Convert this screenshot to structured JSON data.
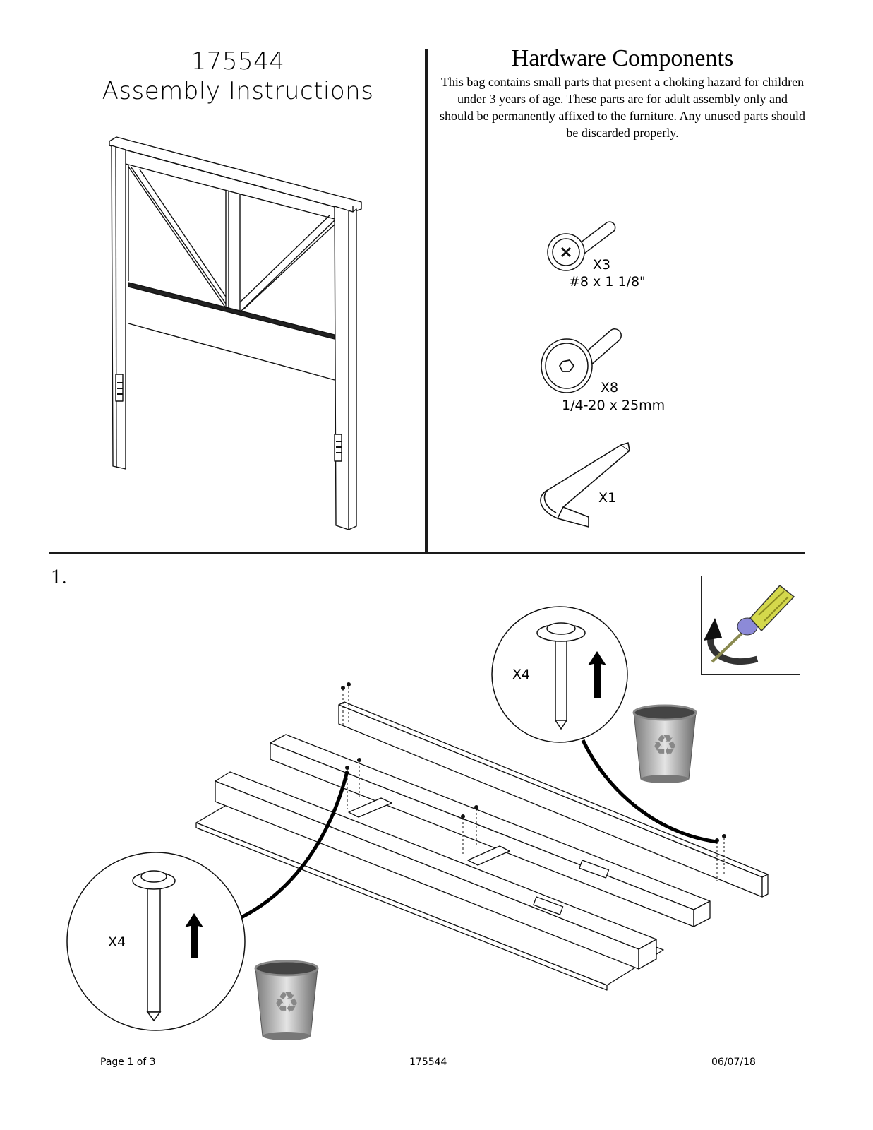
{
  "header": {
    "model_number": "175544",
    "title": "Assembly Instructions"
  },
  "hardware": {
    "title": "Hardware Components",
    "warning": "This bag contains small parts that present a choking hazard for children under 3 years of age. These parts are for adult assembly only and should be permanently affixed to the furniture. Any unused parts should be discarded properly.",
    "items": [
      {
        "icon": "phillips-screw-icon",
        "quantity": "X3",
        "size": "#8 x 1 1/8\""
      },
      {
        "icon": "hex-bolt-icon",
        "quantity": "X8",
        "size": "1/4-20 x 25mm"
      },
      {
        "icon": "allen-key-icon",
        "quantity": "X1"
      }
    ]
  },
  "step1": {
    "number": "1.",
    "callouts": [
      {
        "icon": "screw-detail-icon",
        "quantity": "X4",
        "action": "remove-and-discard"
      },
      {
        "icon": "screw-detail-icon",
        "quantity": "X4",
        "action": "remove-and-discard"
      }
    ],
    "tool_icon": "screwdriver-counterclockwise-icon",
    "discard_icon": "recycle-bin-icon"
  },
  "footer": {
    "page": "Page 1 of 3",
    "doc_number": "175544",
    "date": "06/07/18"
  }
}
